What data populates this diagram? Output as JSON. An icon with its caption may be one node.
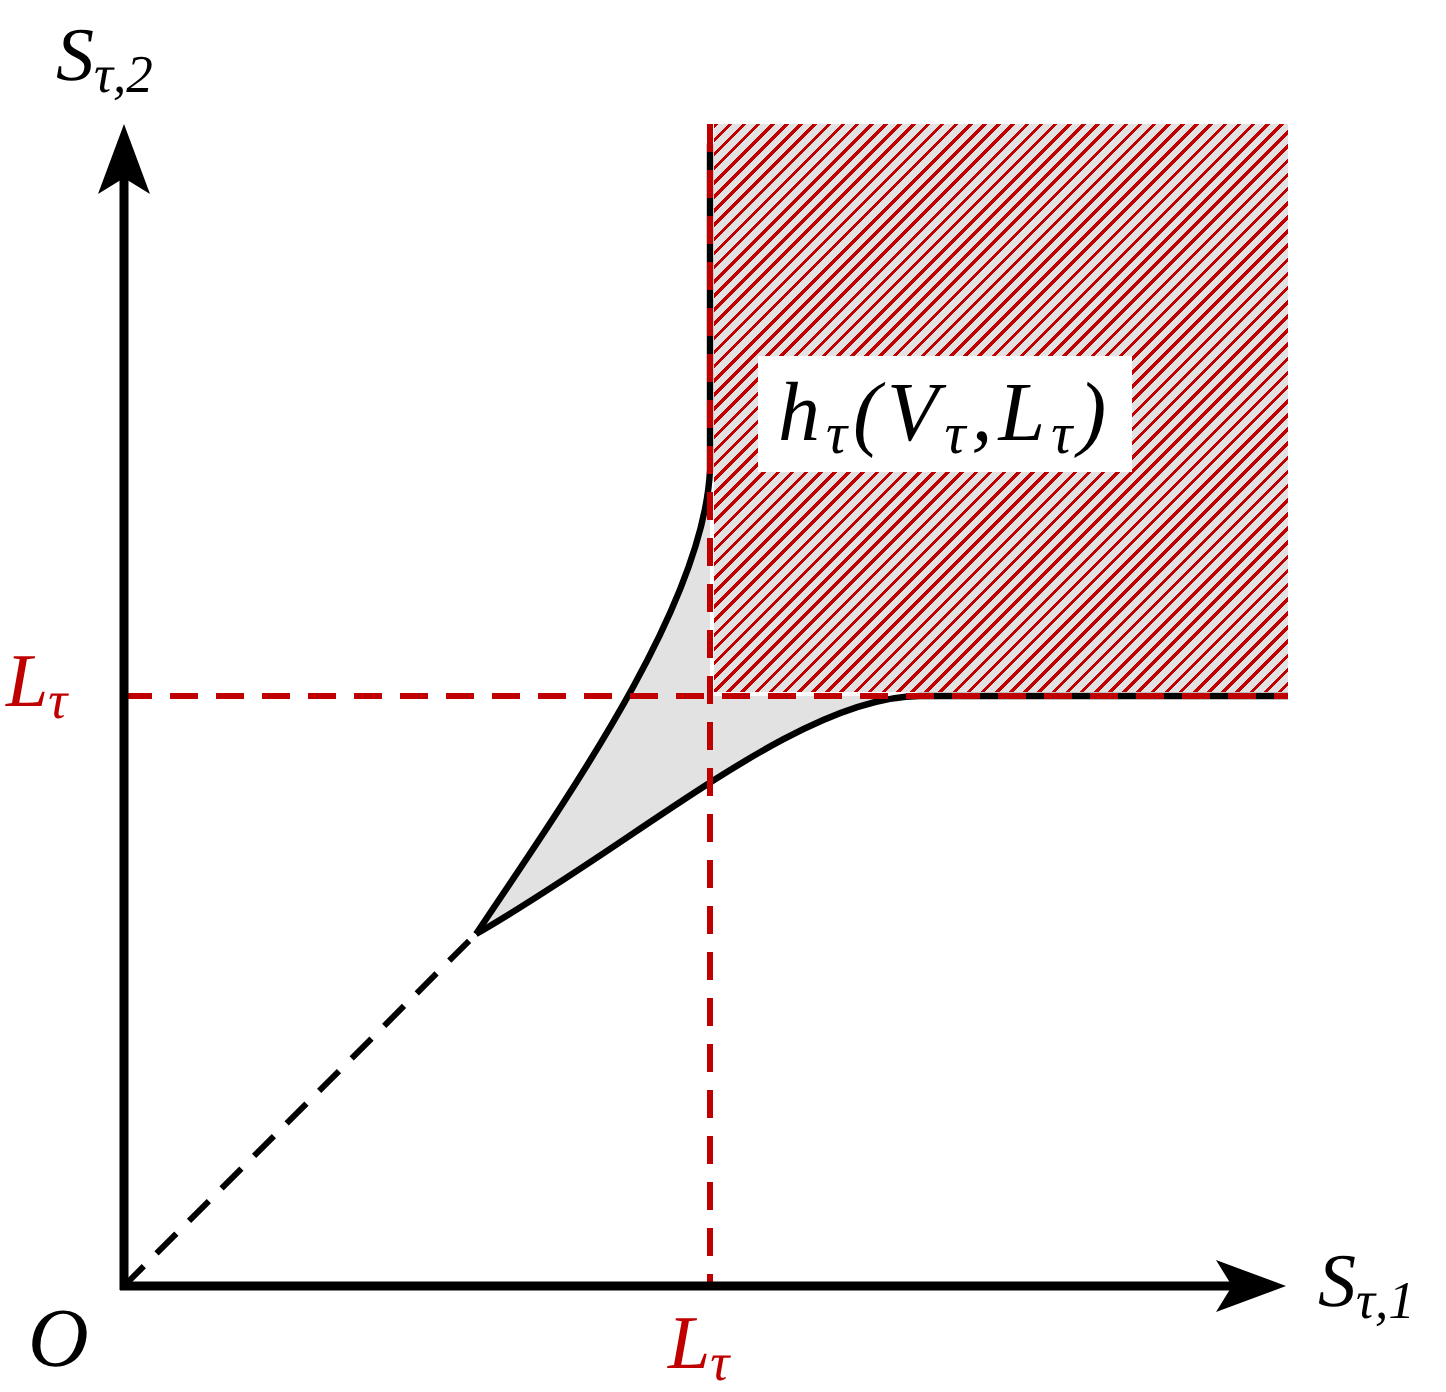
{
  "diagram": {
    "nodes": [
      {
        "text": [
          "h$_{τ}$(V$_{τ}$,L$_{τ}$)"
        ]
      }
    ],
    "labels": [
      "S$_{τ,2}$",
      "L$_{τ}$",
      "S$_{τ,1}$",
      "O",
      "L$_{τ}$"
    ]
  }
}
